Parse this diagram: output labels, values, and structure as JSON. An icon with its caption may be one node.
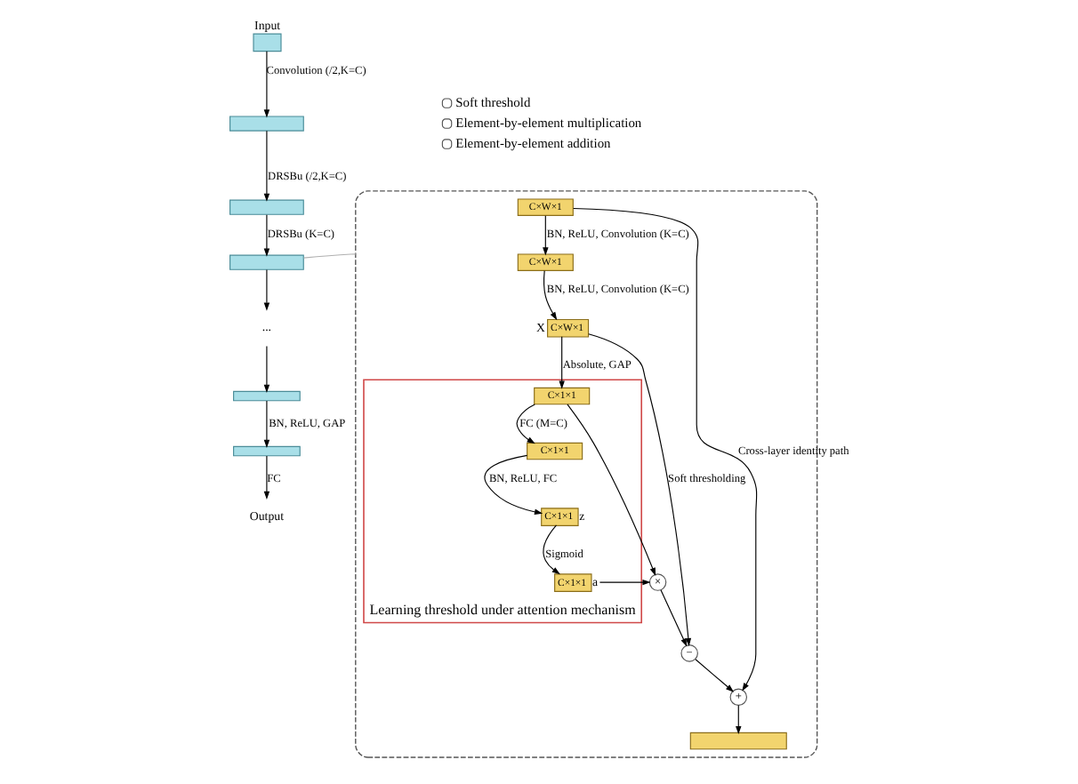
{
  "diagram": {
    "nodes": [
      {
        "text": [],
        "shape": "box",
        "beside": [
          "Input"
        ]
      },
      {
        "text": [],
        "shape": "box"
      },
      {
        "text": [],
        "shape": "box"
      },
      {
        "text": [],
        "shape": "box"
      },
      {
        "text": [
          "..."
        ]
      },
      {
        "text": [],
        "shape": "box"
      },
      {
        "text": [],
        "shape": "box"
      },
      {
        "text": [
          "Output"
        ]
      },
      {
        "text": [],
        "shape": "box"
      },
      {
        "text": [
          "C×W×1"
        ],
        "in": 8
      },
      {
        "text": [
          "C×W×1"
        ],
        "in": 8
      },
      {
        "text": [
          "C×W×1"
        ],
        "in": 8,
        "beside": [
          "X"
        ]
      },
      {
        "text": [
          "Learning threshold under attention mechanism"
        ],
        "in": 8
      },
      {
        "text": [
          "C×1×1"
        ],
        "in": 12
      },
      {
        "text": [
          "C×1×1"
        ],
        "in": 12
      },
      {
        "text": [
          "C×1×1"
        ],
        "in": 12,
        "beside": [
          "z"
        ]
      },
      {
        "text": [
          "C×1×1"
        ],
        "in": 12,
        "beside": [
          "a"
        ]
      },
      {
        "text": [
          "×"
        ],
        "in": 8
      },
      {
        "text": [
          "−"
        ],
        "in": 8
      },
      {
        "text": [
          "+"
        ],
        "in": 8
      },
      {
        "text": [],
        "shape": "box",
        "in": 8
      }
    ],
    "edges": [
      {
        "from": 0,
        "to": 1,
        "arrow": "to",
        "label": "Convolution (/2,K=C)"
      },
      {
        "from": 1,
        "to": 2,
        "arrow": "to",
        "label": "DRSBu (/2,K=C)"
      },
      {
        "from": 2,
        "to": 3,
        "arrow": "to",
        "label": "DRSBu (K=C)"
      },
      {
        "from": 3,
        "to": 4,
        "arrow": "to"
      },
      {
        "from": 4,
        "to": 5,
        "arrow": "to"
      },
      {
        "from": 5,
        "to": 6,
        "arrow": "to",
        "label": "BN, ReLU, GAP"
      },
      {
        "from": 6,
        "to": 7,
        "arrow": "to",
        "label": "FC"
      },
      {
        "from": 3,
        "to": 8,
        "arrow": "none",
        "color": "#b0b0b0"
      },
      {
        "from": 9,
        "to": 10,
        "arrow": "to",
        "label": "BN, ReLU, Convolution (K=C)"
      },
      {
        "from": 10,
        "to": 11,
        "arrow": "to",
        "label": "BN, ReLU, Convolution (K=C)"
      },
      {
        "from": 11,
        "to": 13,
        "arrow": "to",
        "label": "Absolute, GAP"
      },
      {
        "from": 13,
        "to": 14,
        "arrow": "to",
        "label": "FC (M=C)"
      },
      {
        "from": 14,
        "to": 15,
        "arrow": "to",
        "label": "BN, ReLU, FC"
      },
      {
        "from": 15,
        "to": 16,
        "arrow": "to",
        "label": "Sigmoid"
      },
      {
        "from": 13,
        "to": 17,
        "arrow": "to"
      },
      {
        "from": 16,
        "to": 17,
        "arrow": "to"
      },
      {
        "from": 11,
        "to": 18,
        "arrow": "to",
        "label": "Soft thresholding"
      },
      {
        "from": 17,
        "to": 18,
        "arrow": "to"
      },
      {
        "from": 18,
        "to": 19,
        "arrow": "to"
      },
      {
        "from": 9,
        "to": 19,
        "arrow": "to",
        "label": "Cross-layer identity path"
      },
      {
        "from": 19,
        "to": 20,
        "arrow": "to"
      }
    ],
    "legend": [
      {
        "text": "Soft threshold"
      },
      {
        "text": "Element-by-element multiplication"
      },
      {
        "text": "Element-by-element addition"
      }
    ]
  }
}
